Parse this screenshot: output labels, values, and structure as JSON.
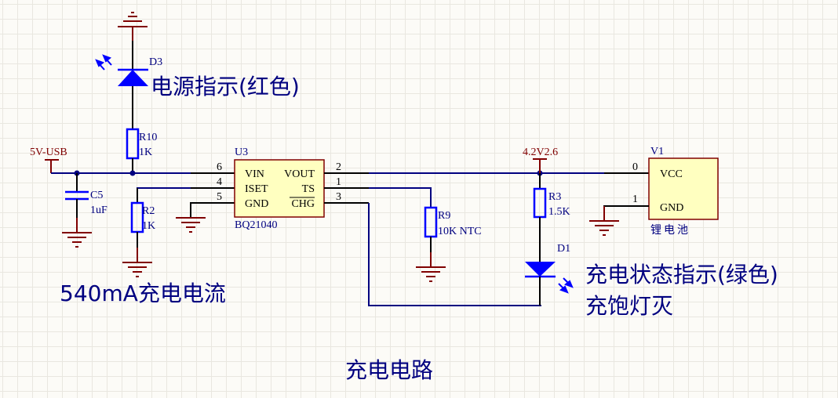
{
  "title": "充电电路",
  "colors": {
    "wire": "#000080",
    "pin": "#000000",
    "power": "#800000",
    "component_outline": "#0000ff",
    "ic_fill": "#ffffc0",
    "ic_border": "#800000",
    "label": "#000080"
  },
  "nets": {
    "vbus": "5V-USB",
    "vbat": "4.2V2.6"
  },
  "annotations": {
    "power_led": "电源指示(红色)",
    "charge_current": "540mA充电电流",
    "charge_led_line1": "充电状态指示(绿色)",
    "charge_led_line2": "充饱灯灭"
  },
  "components": {
    "d3": {
      "ref": "D3"
    },
    "r10": {
      "ref": "R10",
      "value": "1K"
    },
    "c5": {
      "ref": "C5",
      "value": "1uF"
    },
    "r2": {
      "ref": "R2",
      "value": "1K"
    },
    "r9": {
      "ref": "R9",
      "value": "10K NTC"
    },
    "r3": {
      "ref": "R3",
      "value": "1.5K"
    },
    "d1": {
      "ref": "D1"
    },
    "u3": {
      "ref": "U3",
      "part": "BQ21040",
      "pins_left": [
        {
          "num": "6",
          "name": "VIN"
        },
        {
          "num": "4",
          "name": "ISET"
        },
        {
          "num": "5",
          "name": "GND"
        }
      ],
      "pins_right": [
        {
          "num": "2",
          "name": "VOUT"
        },
        {
          "num": "1",
          "name": "TS"
        },
        {
          "num": "3",
          "name": "CHG"
        }
      ]
    },
    "v1": {
      "ref": "V1",
      "label": "锂电池",
      "pins": [
        {
          "num": "0",
          "name": "VCC"
        },
        {
          "num": "1",
          "name": "GND"
        }
      ]
    }
  }
}
